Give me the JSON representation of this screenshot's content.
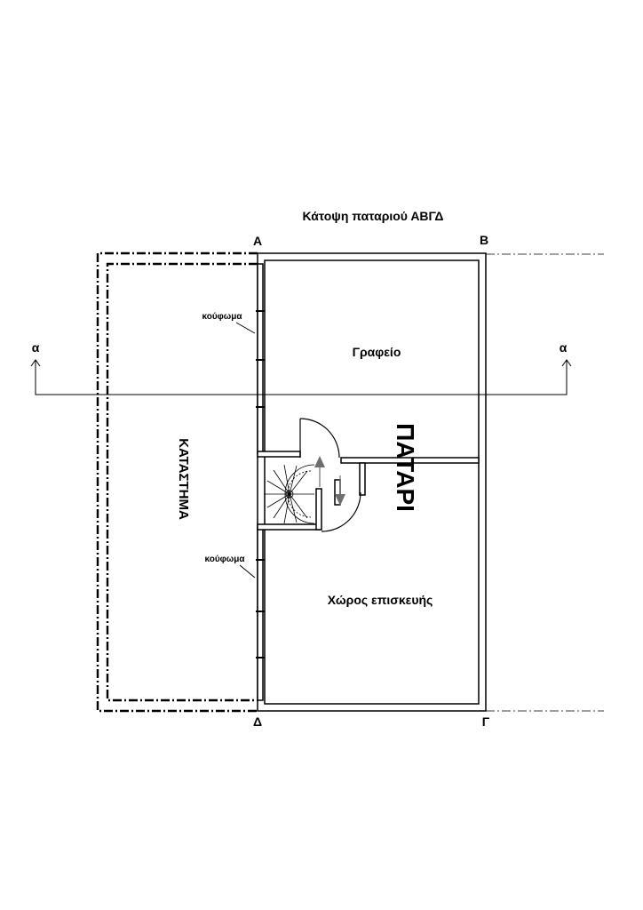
{
  "title": "Κάτοψη παταριού ΑΒΓΔ",
  "corners": {
    "a": "Α",
    "b": "Β",
    "g": "Γ",
    "d": "Δ"
  },
  "section_marks": {
    "left": "α",
    "right": "α"
  },
  "rooms": {
    "office": "Γραφείο",
    "repair_area": "Χώρος επισκευής",
    "mezzanine": "ΠΑΤΑΡΙ",
    "shop": "ΚΑΤΑΣΤΗΜΑ"
  },
  "openings": {
    "upper": "κούφωμα",
    "lower": "κούφωμα"
  },
  "colors": {
    "line": "#000000",
    "arrow_fill": "#6e6e6e",
    "background": "#ffffff"
  }
}
